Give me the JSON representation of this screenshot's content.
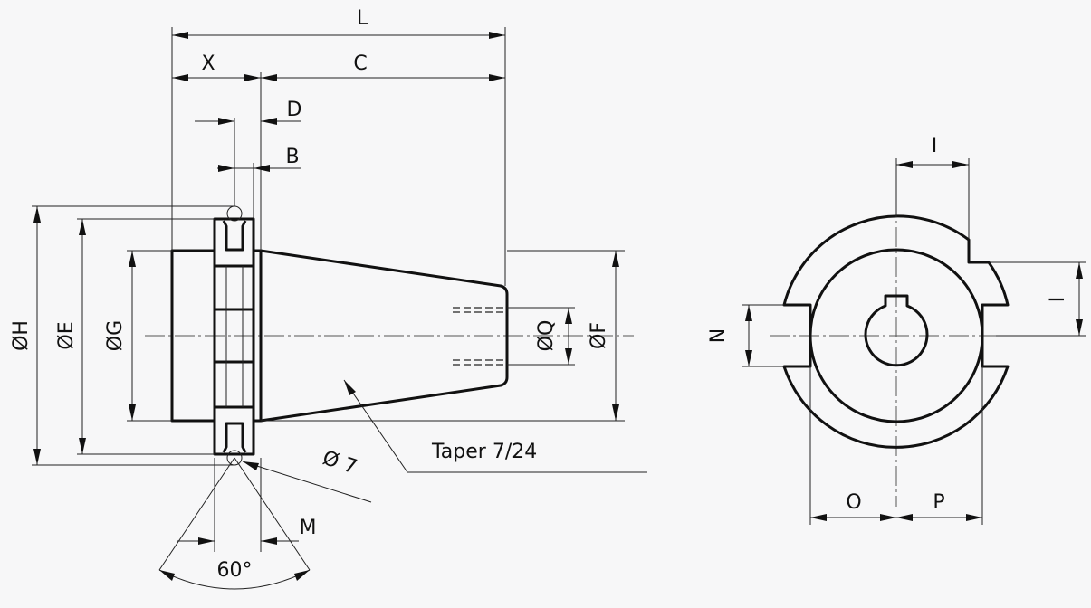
{
  "labels": {
    "L": "L",
    "X": "X",
    "C": "C",
    "D": "D",
    "B": "B",
    "H": "ØH",
    "E": "ØE",
    "G": "ØG",
    "Q": "ØQ",
    "F": "ØF",
    "hole": "Ø 7",
    "taper": "Taper 7/24",
    "M": "M",
    "angle": "60°",
    "I_top": "I",
    "I_side": "I",
    "N": "N",
    "O": "O",
    "P": "P"
  },
  "colors": {
    "line": "#111111",
    "background": "#f7f7f8"
  }
}
